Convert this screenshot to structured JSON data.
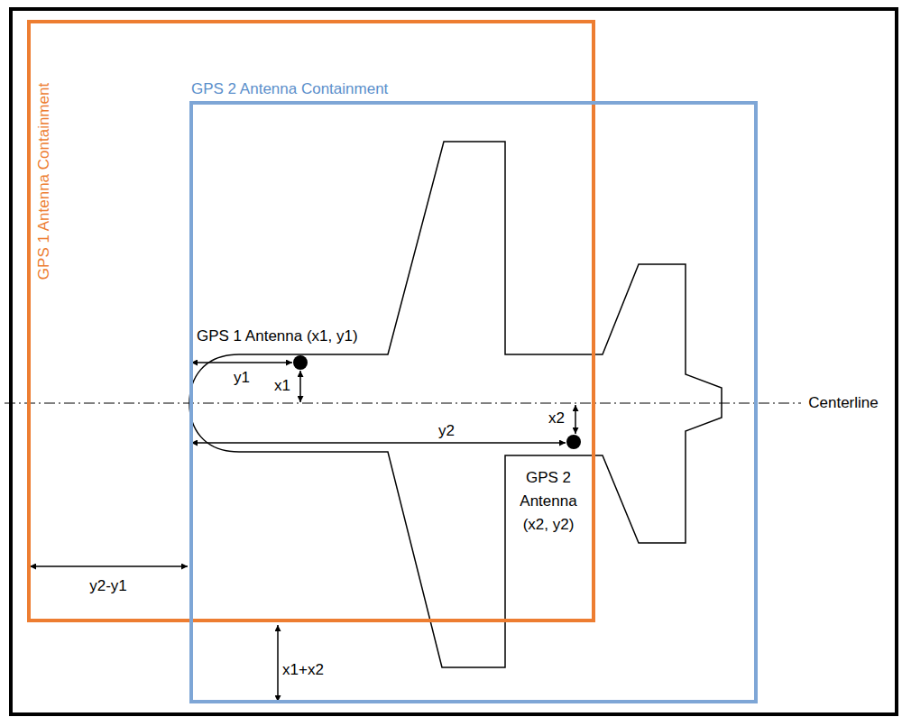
{
  "diagram": {
    "nodes": [
      {
        "text": [
          "GPS 1 Antenna Containment"
        ]
      },
      {
        "text": [
          "GPS 2 Antenna Containment"
        ]
      }
    ],
    "labels": [
      "GPS 1 Antenna (x1, y1)",
      "y1",
      "x1",
      "y2",
      "x2",
      "GPS 2 Antenna (x2, y2)",
      "Centerline",
      "y2-y1",
      "x1+x2"
    ]
  }
}
